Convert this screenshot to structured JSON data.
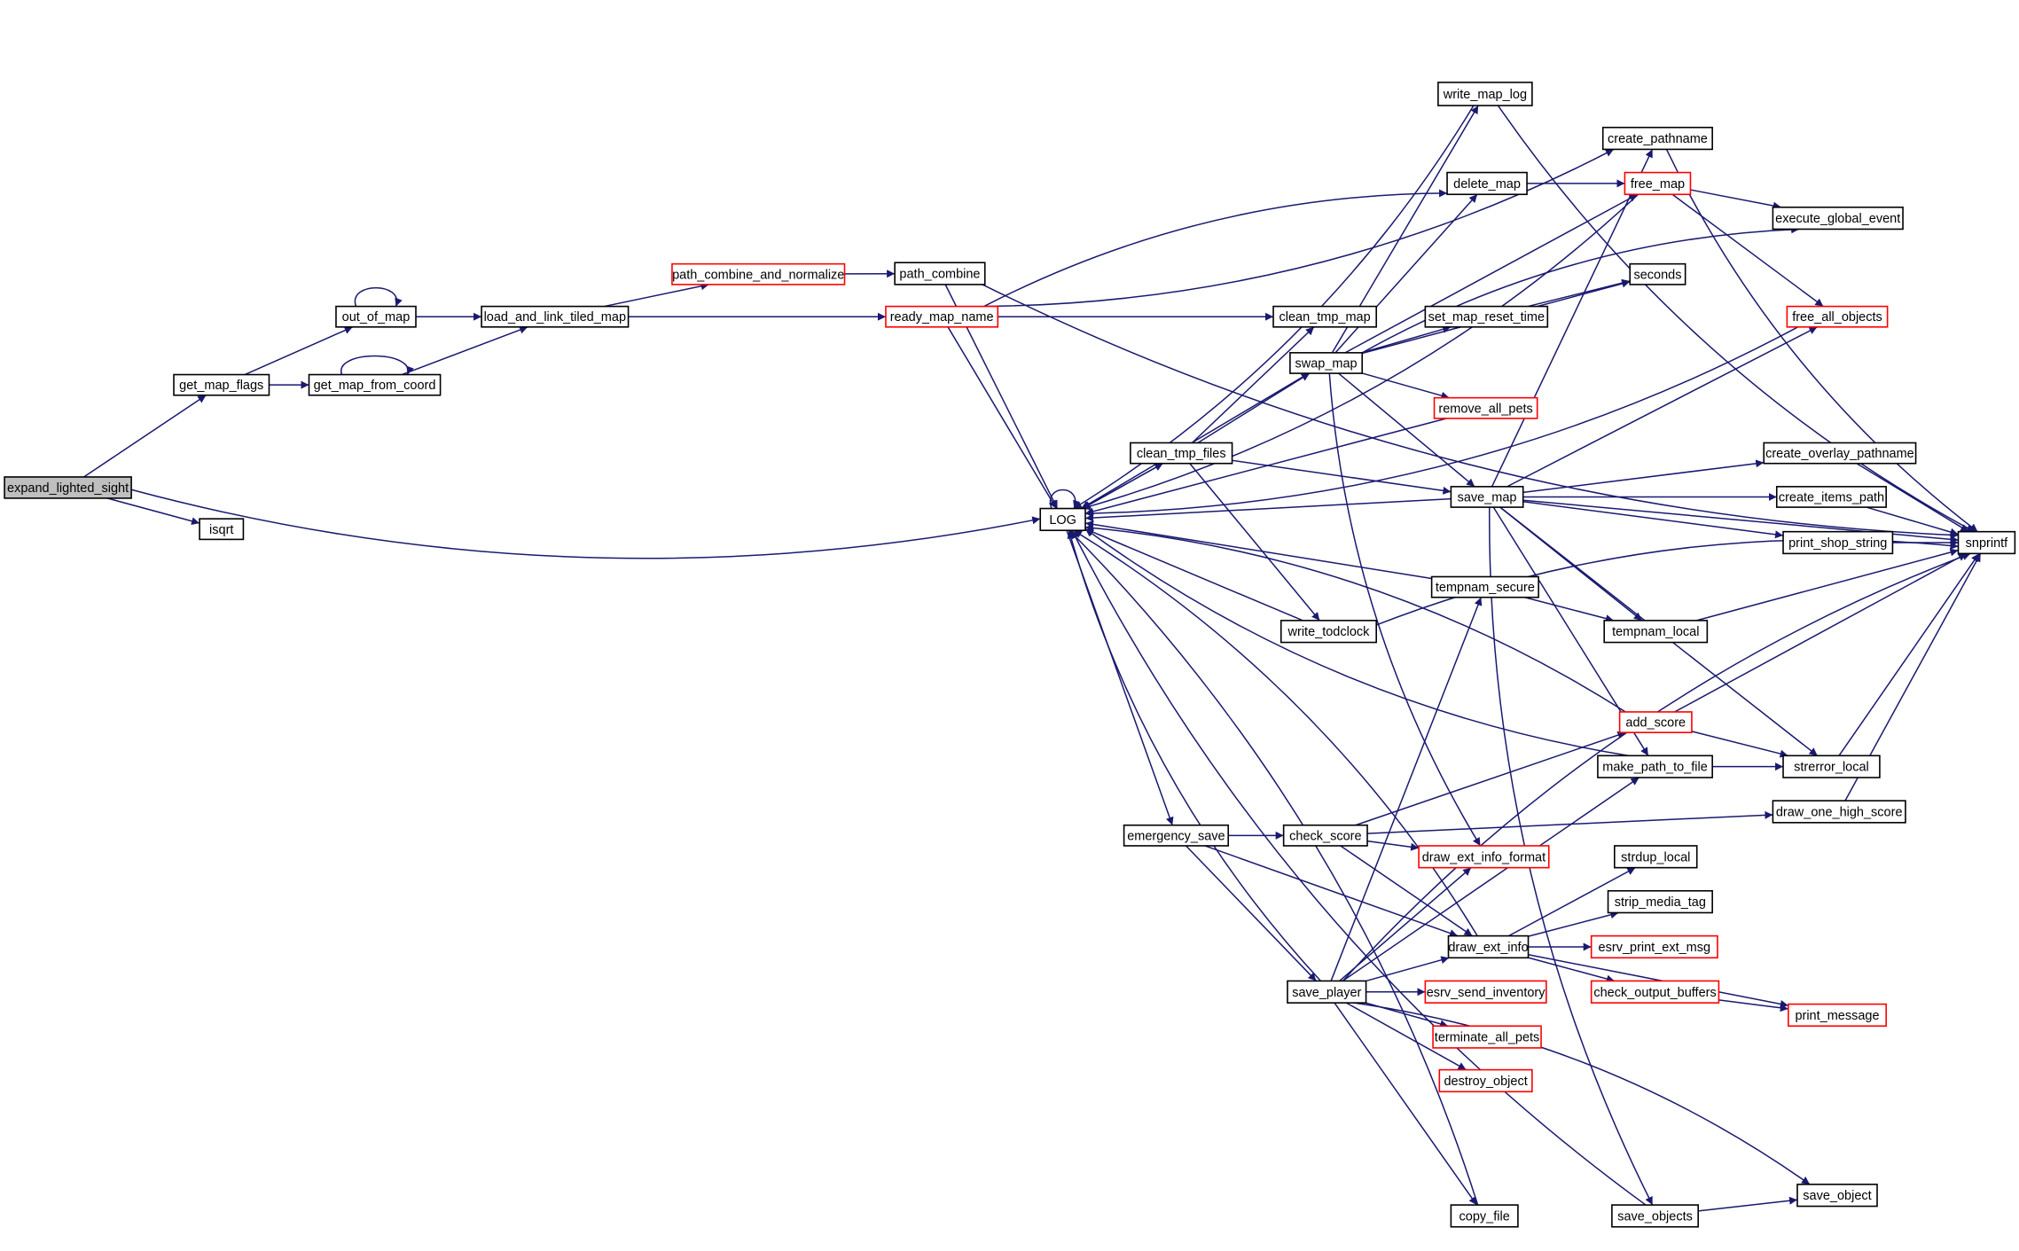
{
  "diagram": {
    "type": "call-graph",
    "root": "expand_lighted_sight",
    "colors": {
      "edge": "#191970",
      "node_border": "#000000",
      "node_border_truncated": "#ff0000",
      "root_fill": "#bfbfbf",
      "node_fill": "#ffffff"
    },
    "nodes": [
      {
        "id": "expand_lighted_sight",
        "label": "expand_lighted_sight",
        "style": "root"
      },
      {
        "id": "get_map_flags",
        "label": "get_map_flags",
        "style": "normal"
      },
      {
        "id": "isqrt",
        "label": "isqrt",
        "style": "normal"
      },
      {
        "id": "out_of_map",
        "label": "out_of_map",
        "style": "normal"
      },
      {
        "id": "get_map_from_coord",
        "label": "get_map_from_coord",
        "style": "normal"
      },
      {
        "id": "load_and_link_tiled_map",
        "label": "load_and_link_tiled_map",
        "style": "normal"
      },
      {
        "id": "path_combine_and_normalize",
        "label": "path_combine_and_normalize",
        "style": "truncated"
      },
      {
        "id": "path_combine",
        "label": "path_combine",
        "style": "normal"
      },
      {
        "id": "ready_map_name",
        "label": "ready_map_name",
        "style": "truncated"
      },
      {
        "id": "LOG",
        "label": "LOG",
        "style": "normal"
      },
      {
        "id": "clean_tmp_map",
        "label": "clean_tmp_map",
        "style": "normal"
      },
      {
        "id": "swap_map",
        "label": "swap_map",
        "style": "normal"
      },
      {
        "id": "clean_tmp_files",
        "label": "clean_tmp_files",
        "style": "normal"
      },
      {
        "id": "write_map_log",
        "label": "write_map_log",
        "style": "normal"
      },
      {
        "id": "delete_map",
        "label": "delete_map",
        "style": "normal"
      },
      {
        "id": "create_pathname",
        "label": "create_pathname",
        "style": "normal"
      },
      {
        "id": "free_map",
        "label": "free_map",
        "style": "truncated"
      },
      {
        "id": "execute_global_event",
        "label": "execute_global_event",
        "style": "normal"
      },
      {
        "id": "seconds",
        "label": "seconds",
        "style": "normal"
      },
      {
        "id": "set_map_reset_time",
        "label": "set_map_reset_time",
        "style": "normal"
      },
      {
        "id": "free_all_objects",
        "label": "free_all_objects",
        "style": "truncated"
      },
      {
        "id": "remove_all_pets",
        "label": "remove_all_pets",
        "style": "truncated"
      },
      {
        "id": "save_map",
        "label": "save_map",
        "style": "normal"
      },
      {
        "id": "create_overlay_pathname",
        "label": "create_overlay_pathname",
        "style": "normal"
      },
      {
        "id": "create_items_path",
        "label": "create_items_path",
        "style": "normal"
      },
      {
        "id": "print_shop_string",
        "label": "print_shop_string",
        "style": "normal"
      },
      {
        "id": "snprintf",
        "label": "snprintf",
        "style": "normal"
      },
      {
        "id": "tempnam_secure",
        "label": "tempnam_secure",
        "style": "normal"
      },
      {
        "id": "tempnam_local",
        "label": "tempnam_local",
        "style": "normal"
      },
      {
        "id": "write_todclock",
        "label": "write_todclock",
        "style": "normal"
      },
      {
        "id": "add_score",
        "label": "add_score",
        "style": "truncated"
      },
      {
        "id": "make_path_to_file",
        "label": "make_path_to_file",
        "style": "normal"
      },
      {
        "id": "strerror_local",
        "label": "strerror_local",
        "style": "normal"
      },
      {
        "id": "draw_one_high_score",
        "label": "draw_one_high_score",
        "style": "normal"
      },
      {
        "id": "emergency_save",
        "label": "emergency_save",
        "style": "normal"
      },
      {
        "id": "check_score",
        "label": "check_score",
        "style": "normal"
      },
      {
        "id": "draw_ext_info_format",
        "label": "draw_ext_info_format",
        "style": "truncated"
      },
      {
        "id": "strdup_local",
        "label": "strdup_local",
        "style": "normal"
      },
      {
        "id": "strip_media_tag",
        "label": "strip_media_tag",
        "style": "normal"
      },
      {
        "id": "draw_ext_info",
        "label": "draw_ext_info",
        "style": "normal"
      },
      {
        "id": "esrv_print_ext_msg",
        "label": "esrv_print_ext_msg",
        "style": "truncated"
      },
      {
        "id": "check_output_buffers",
        "label": "check_output_buffers",
        "style": "truncated"
      },
      {
        "id": "print_message",
        "label": "print_message",
        "style": "truncated"
      },
      {
        "id": "save_player",
        "label": "save_player",
        "style": "normal"
      },
      {
        "id": "esrv_send_inventory",
        "label": "esrv_send_inventory",
        "style": "truncated"
      },
      {
        "id": "terminate_all_pets",
        "label": "terminate_all_pets",
        "style": "truncated"
      },
      {
        "id": "destroy_object",
        "label": "destroy_object",
        "style": "truncated"
      },
      {
        "id": "copy_file",
        "label": "copy_file",
        "style": "normal"
      },
      {
        "id": "save_objects",
        "label": "save_objects",
        "style": "normal"
      },
      {
        "id": "save_object",
        "label": "save_object",
        "style": "normal"
      }
    ],
    "edges": [
      [
        "expand_lighted_sight",
        "get_map_flags"
      ],
      [
        "expand_lighted_sight",
        "LOG"
      ],
      [
        "expand_lighted_sight",
        "isqrt"
      ],
      [
        "get_map_flags",
        "out_of_map"
      ],
      [
        "get_map_flags",
        "get_map_from_coord"
      ],
      [
        "out_of_map",
        "out_of_map"
      ],
      [
        "out_of_map",
        "load_and_link_tiled_map"
      ],
      [
        "get_map_from_coord",
        "get_map_from_coord"
      ],
      [
        "get_map_from_coord",
        "load_and_link_tiled_map"
      ],
      [
        "load_and_link_tiled_map",
        "path_combine_and_normalize"
      ],
      [
        "load_and_link_tiled_map",
        "ready_map_name"
      ],
      [
        "path_combine_and_normalize",
        "path_combine"
      ],
      [
        "path_combine",
        "LOG"
      ],
      [
        "path_combine",
        "snprintf"
      ],
      [
        "ready_map_name",
        "LOG"
      ],
      [
        "ready_map_name",
        "clean_tmp_map"
      ],
      [
        "ready_map_name",
        "delete_map"
      ],
      [
        "ready_map_name",
        "create_pathname"
      ],
      [
        "LOG",
        "LOG"
      ],
      [
        "LOG",
        "clean_tmp_files"
      ],
      [
        "LOG",
        "emergency_save"
      ],
      [
        "clean_tmp_files",
        "LOG"
      ],
      [
        "clean_tmp_files",
        "clean_tmp_map"
      ],
      [
        "clean_tmp_files",
        "swap_map"
      ],
      [
        "clean_tmp_files",
        "save_map"
      ],
      [
        "clean_tmp_files",
        "write_todclock"
      ],
      [
        "swap_map",
        "LOG"
      ],
      [
        "swap_map",
        "write_map_log"
      ],
      [
        "swap_map",
        "delete_map"
      ],
      [
        "swap_map",
        "free_map"
      ],
      [
        "swap_map",
        "execute_global_event"
      ],
      [
        "swap_map",
        "set_map_reset_time"
      ],
      [
        "swap_map",
        "seconds"
      ],
      [
        "swap_map",
        "remove_all_pets"
      ],
      [
        "swap_map",
        "save_map"
      ],
      [
        "swap_map",
        "draw_ext_info_format"
      ],
      [
        "write_map_log",
        "LOG"
      ],
      [
        "write_map_log",
        "snprintf"
      ],
      [
        "delete_map",
        "free_map"
      ],
      [
        "create_pathname",
        "snprintf"
      ],
      [
        "free_map",
        "LOG"
      ],
      [
        "free_map",
        "execute_global_event"
      ],
      [
        "free_map",
        "free_all_objects"
      ],
      [
        "set_map_reset_time",
        "seconds"
      ],
      [
        "remove_all_pets",
        "LOG"
      ],
      [
        "save_map",
        "LOG"
      ],
      [
        "save_map",
        "create_pathname"
      ],
      [
        "save_map",
        "free_all_objects"
      ],
      [
        "save_map",
        "create_overlay_pathname"
      ],
      [
        "save_map",
        "create_items_path"
      ],
      [
        "save_map",
        "print_shop_string"
      ],
      [
        "save_map",
        "snprintf"
      ],
      [
        "save_map",
        "tempnam_local"
      ],
      [
        "save_map",
        "make_path_to_file"
      ],
      [
        "save_map",
        "strerror_local"
      ],
      [
        "save_map",
        "save_objects"
      ],
      [
        "free_all_objects",
        "LOG"
      ],
      [
        "create_overlay_pathname",
        "snprintf"
      ],
      [
        "create_items_path",
        "snprintf"
      ],
      [
        "print_shop_string",
        "snprintf"
      ],
      [
        "tempnam_secure",
        "LOG"
      ],
      [
        "tempnam_secure",
        "tempnam_local"
      ],
      [
        "tempnam_local",
        "snprintf"
      ],
      [
        "write_todclock",
        "LOG"
      ],
      [
        "write_todclock",
        "snprintf"
      ],
      [
        "add_score",
        "LOG"
      ],
      [
        "add_score",
        "snprintf"
      ],
      [
        "add_score",
        "strerror_local"
      ],
      [
        "make_path_to_file",
        "LOG"
      ],
      [
        "make_path_to_file",
        "strerror_local"
      ],
      [
        "strerror_local",
        "snprintf"
      ],
      [
        "draw_one_high_score",
        "snprintf"
      ],
      [
        "emergency_save",
        "check_score"
      ],
      [
        "emergency_save",
        "draw_ext_info"
      ],
      [
        "emergency_save",
        "save_player"
      ],
      [
        "check_score",
        "add_score"
      ],
      [
        "check_score",
        "draw_one_high_score"
      ],
      [
        "check_score",
        "draw_ext_info_format"
      ],
      [
        "check_score",
        "draw_ext_info"
      ],
      [
        "draw_ext_info",
        "LOG"
      ],
      [
        "draw_ext_info",
        "strdup_local"
      ],
      [
        "draw_ext_info",
        "strip_media_tag"
      ],
      [
        "draw_ext_info",
        "esrv_print_ext_msg"
      ],
      [
        "draw_ext_info",
        "check_output_buffers"
      ],
      [
        "draw_ext_info",
        "print_message"
      ],
      [
        "check_output_buffers",
        "print_message"
      ],
      [
        "save_player",
        "LOG"
      ],
      [
        "save_player",
        "tempnam_secure"
      ],
      [
        "save_player",
        "make_path_to_file"
      ],
      [
        "save_player",
        "draw_ext_info_format"
      ],
      [
        "save_player",
        "draw_ext_info"
      ],
      [
        "save_player",
        "esrv_send_inventory"
      ],
      [
        "save_player",
        "terminate_all_pets"
      ],
      [
        "save_player",
        "destroy_object"
      ],
      [
        "save_player",
        "snprintf"
      ],
      [
        "save_player",
        "copy_file"
      ],
      [
        "save_player",
        "save_object"
      ],
      [
        "copy_file",
        "LOG"
      ],
      [
        "save_objects",
        "LOG"
      ],
      [
        "save_objects",
        "save_object"
      ]
    ]
  }
}
